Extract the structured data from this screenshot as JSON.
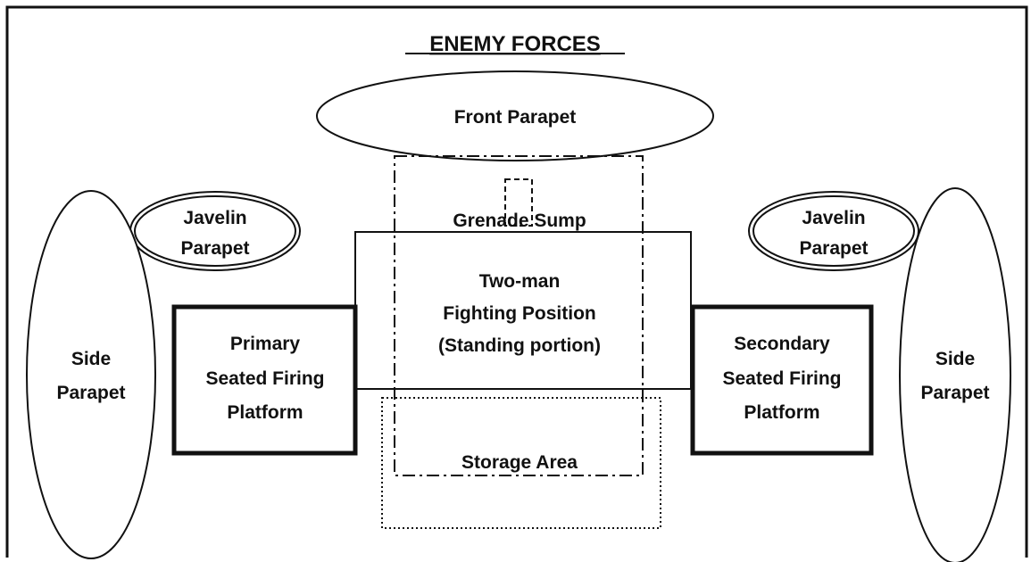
{
  "title": "ENEMY FORCES",
  "front_parapet": "Front Parapet",
  "grenade_sump": "Grenade Sump",
  "javelin_parapet_left": [
    "Javelin",
    "Parapet"
  ],
  "javelin_parapet_right": [
    "Javelin",
    "Parapet"
  ],
  "side_parapet_left": [
    "Side",
    "Parapet"
  ],
  "side_parapet_right": [
    "Side",
    "Parapet"
  ],
  "primary_platform": [
    "Primary",
    "Seated Firing",
    "Platform"
  ],
  "secondary_platform": [
    "Secondary",
    "Seated Firing",
    "Platform"
  ],
  "fighting_position": [
    "Two-man",
    "Fighting Position",
    "(Standing portion)"
  ],
  "storage_area": "Storage Area",
  "colors": {
    "line": "#111111",
    "background": "#ffffff"
  }
}
